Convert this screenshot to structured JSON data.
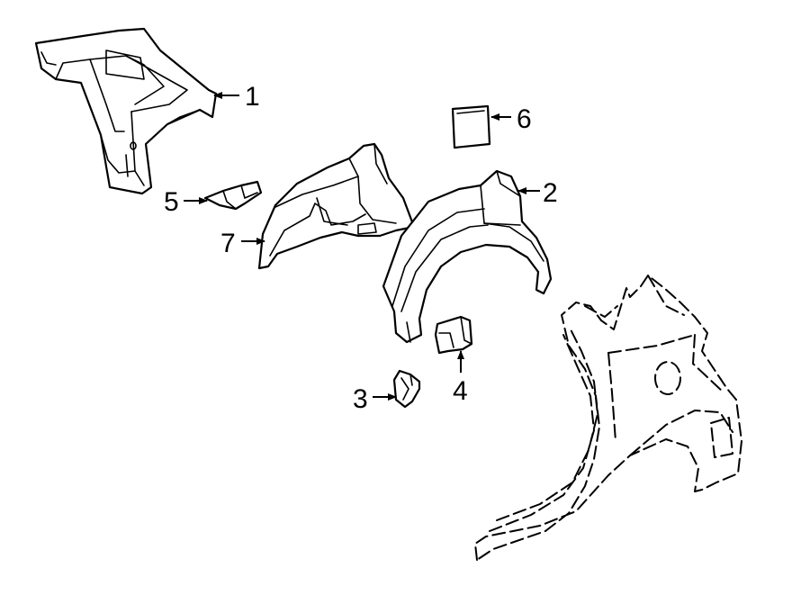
{
  "callouts": {
    "part_1": "1",
    "part_2": "2",
    "part_3": "3",
    "part_4": "4",
    "part_5": "5",
    "part_6": "6",
    "part_7": "7"
  },
  "colors": {
    "line": "#000000",
    "background": "#ffffff"
  }
}
